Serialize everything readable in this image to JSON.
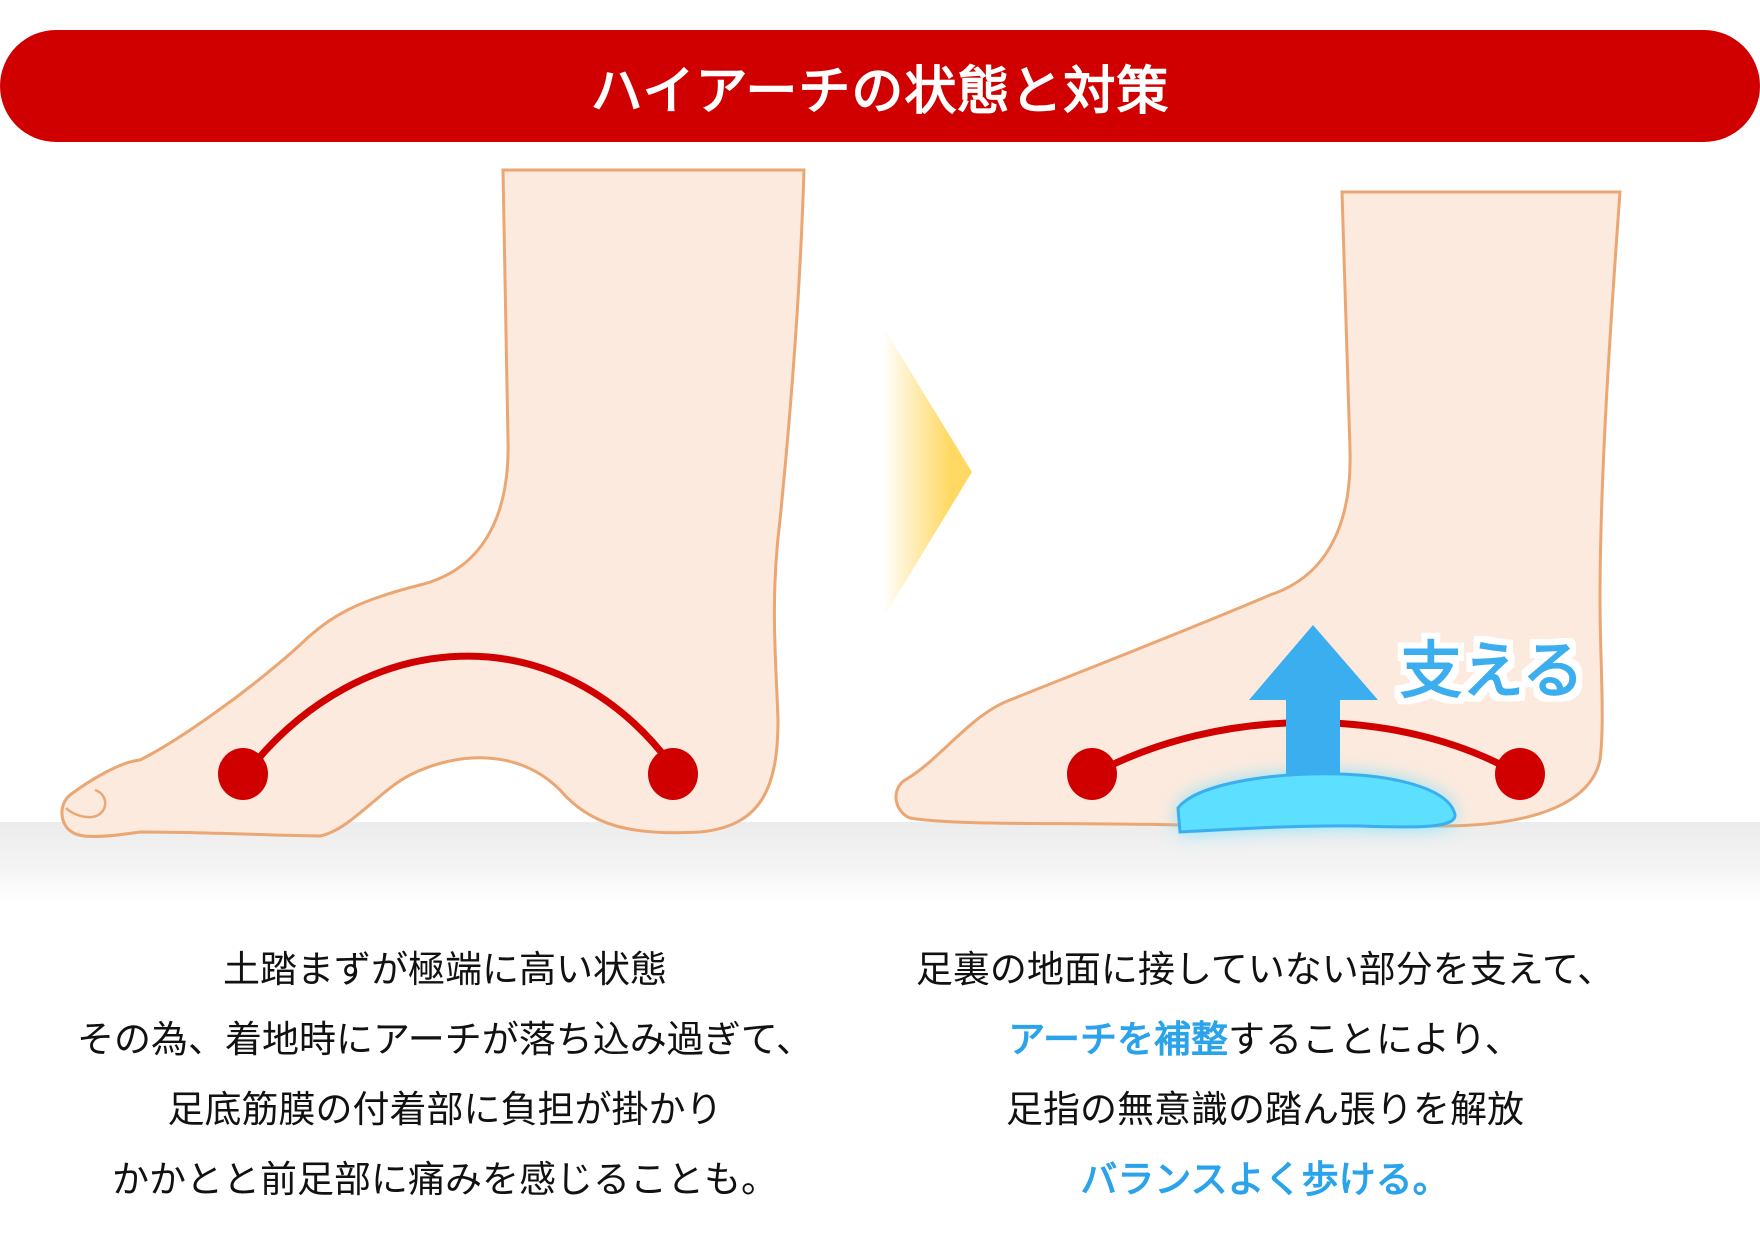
{
  "title": "ハイアーチの状態と対策",
  "colors": {
    "banner": "#d00000",
    "skin_fill": "#fdeade",
    "skin_outline": "#eaa673",
    "arch_line": "#d00000",
    "support_arrow": "#3aaeef",
    "insole_pad": "#5ddfff",
    "highlight_text": "#2aa3ea",
    "transition_arrow": "#ffd964"
  },
  "left_panel": {
    "figure": "high-arch-foot",
    "lines": [
      "土踏まずが極端に高い状態",
      "その為、着地時にアーチが落ち込み過ぎて、",
      "足底筋膜の付着部に負担が掛かり",
      "かかとと前足部に痛みを感じることも。"
    ]
  },
  "right_panel": {
    "figure": "supported-arch-foot",
    "support_label": "支える",
    "lines": [
      {
        "plain": "足裏の地面に接していない部分を支えて、"
      },
      {
        "highlight": "アーチを補整",
        "plain": "することにより、"
      },
      {
        "plain": "足指の無意識の踏ん張りを解放"
      },
      {
        "highlight": "バランスよく歩ける。"
      }
    ]
  },
  "transition_icon": "chevron-right-gradient"
}
